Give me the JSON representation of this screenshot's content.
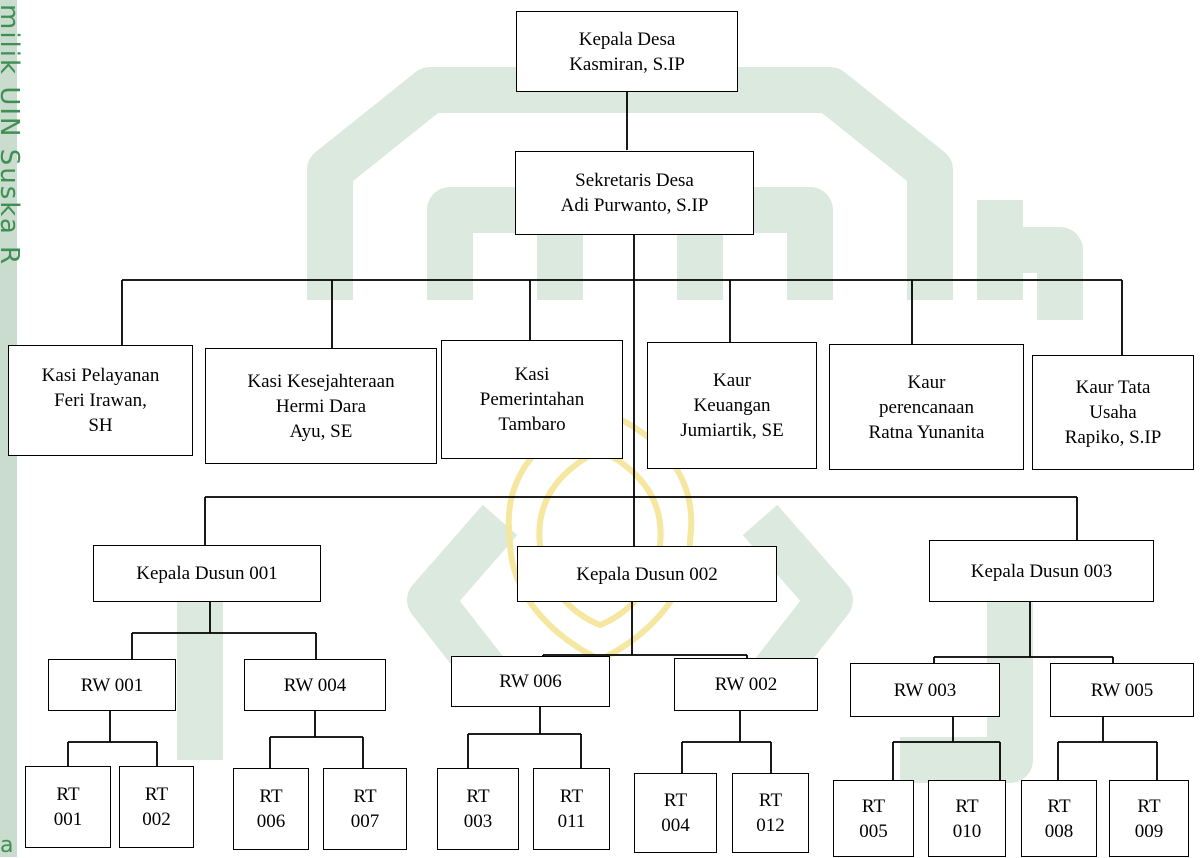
{
  "sidebar": {
    "watermark_text": "milik UIN Suska R"
  },
  "footer": {
    "edge_glyph": "a"
  },
  "colors": {
    "watermark_green": "#3f8f55",
    "watermark_light": "#dbe9de",
    "watermark_gold": "#f5e6a0",
    "line": "#000000"
  },
  "org": {
    "kepala_desa": {
      "title": "Kepala Desa",
      "name": "Kasmiran, S.IP"
    },
    "sekretaris_desa": {
      "title": "Sekretaris Desa",
      "name": "Adi Purwanto, S.IP"
    },
    "staff": [
      {
        "lines": [
          "Kasi Pelayanan",
          "Feri Irawan,",
          "SH"
        ]
      },
      {
        "lines": [
          "Kasi Kesejahteraan",
          "Hermi Dara",
          "Ayu, SE"
        ]
      },
      {
        "lines": [
          "Kasi",
          "Pemerintahan",
          "Tambaro"
        ]
      },
      {
        "lines": [
          "Kaur",
          "Keuangan",
          "Jumiartik, SE"
        ]
      },
      {
        "lines": [
          "Kaur",
          "perencanaan",
          "Ratna Yunanita"
        ]
      },
      {
        "lines": [
          "Kaur Tata",
          "Usaha",
          "Rapiko, S.IP"
        ]
      }
    ],
    "dusun": [
      {
        "label": "Kepala Dusun 001",
        "rw": [
          {
            "label": "RW 001",
            "rt": [
              [
                "RT",
                "001"
              ],
              [
                "RT",
                "002"
              ]
            ]
          },
          {
            "label": "RW 004",
            "rt": [
              [
                "RT",
                "006"
              ],
              [
                "RT",
                "007"
              ]
            ]
          }
        ]
      },
      {
        "label": "Kepala Dusun 002",
        "rw": [
          {
            "label": "RW 006",
            "rt": [
              [
                "RT",
                "003"
              ],
              [
                "RT",
                "011"
              ]
            ]
          },
          {
            "label": "RW 002",
            "rt": [
              [
                "RT",
                "004"
              ],
              [
                "RT",
                "012"
              ]
            ]
          }
        ]
      },
      {
        "label": "Kepala Dusun 003",
        "rw": [
          {
            "label": "RW 003",
            "rt": [
              [
                "RT",
                "005"
              ],
              [
                "RT",
                "010"
              ]
            ]
          },
          {
            "label": "RW 005",
            "rt": [
              [
                "RT",
                "008"
              ],
              [
                "RT",
                "009"
              ]
            ]
          }
        ]
      }
    ]
  }
}
